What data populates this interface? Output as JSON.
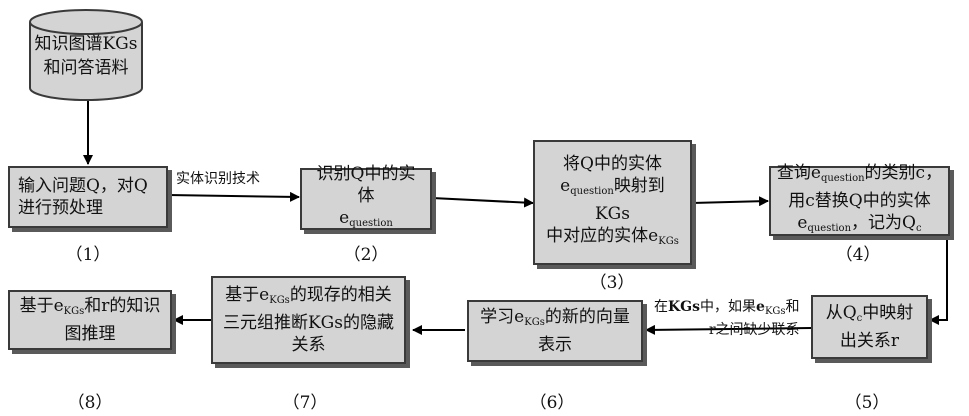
{
  "database": {
    "line1": "知识图谱KGs",
    "line2": "和问答语料"
  },
  "step1": {
    "text": "输入问题Q，对Q进行预处理",
    "num": "（1）"
  },
  "edge1": {
    "label": "实体识别技术"
  },
  "step2": {
    "line1": "识别Q中的实体",
    "e": "e",
    "sub": "question",
    "num": "（2）"
  },
  "step3": {
    "line1": "将Q中的实体",
    "e": "e",
    "sub": "question",
    "mid": "映射到KGs",
    "line3": "中对应的实体e",
    "sub2": "KGs",
    "num": "（3）"
  },
  "step4": {
    "pre": "查询e",
    "sub": "question",
    "post": "的类别c，",
    "line2": "用c替换Q中的实体",
    "e": "e",
    "sub2": "question",
    "post2": "，记为Q",
    "sub3": "c",
    "num": "（4）"
  },
  "step5": {
    "pre": "从Q",
    "sub": "c",
    "post": "中映射",
    "line2": "出关系r",
    "num": "（5）"
  },
  "edge5": {
    "pre": "在",
    "kgs": "KGs",
    "mid": "中，如果",
    "e": "e",
    "sub": "KGs",
    "post": "和",
    "line2": "r之间缺少联系"
  },
  "step6": {
    "pre": "学习e",
    "sub": "KGs",
    "post": "的新的向量",
    "line2": "表示",
    "num": "（6）"
  },
  "step7": {
    "pre": "基于e",
    "sub": "KGs",
    "post": "的现存的相关",
    "line2": "三元组推断KGs的隐藏",
    "line3": "关系",
    "num": "（7）"
  },
  "step8": {
    "pre": "基于e",
    "sub": "KGs",
    "post": "和r的知识",
    "line2": "图推理",
    "num": "（8）"
  },
  "colors": {
    "box_fill": "#d4d4d4",
    "border": "#3a3a3a",
    "shadow": "#5a5a5a",
    "line": "#000000"
  }
}
